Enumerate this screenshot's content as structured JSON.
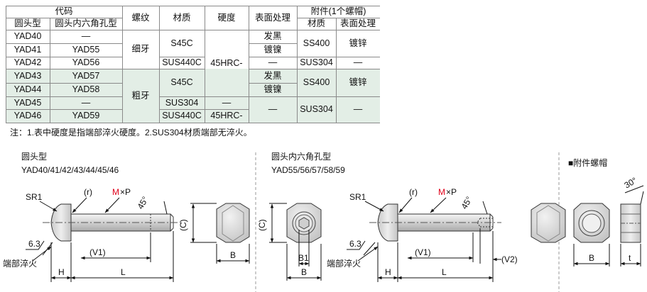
{
  "table": {
    "header": {
      "code": "代码",
      "round_head": "圆头型",
      "hex_socket": "圆头内六角孔型",
      "thread": "螺纹",
      "material": "材质",
      "hardness": "硬度",
      "surface": "表面处理",
      "accessory": "附件(1个螺帽)",
      "acc_material": "材质",
      "acc_surface": "表面处理"
    },
    "rows": [
      {
        "round": "YAD40",
        "hex": "—"
      },
      {
        "round": "YAD41",
        "hex": "YAD55"
      },
      {
        "round": "YAD42",
        "hex": "YAD56"
      },
      {
        "round": "YAD43",
        "hex": "YAD57"
      },
      {
        "round": "YAD44",
        "hex": "YAD58"
      },
      {
        "round": "YAD45",
        "hex": "—"
      },
      {
        "round": "YAD46",
        "hex": "YAD59"
      }
    ],
    "fine_thread": "细牙",
    "coarse_thread": "粗牙",
    "s45c": "S45C",
    "sus440c": "SUS440C",
    "sus304": "SUS304",
    "hardness_45": "45HRC-",
    "dash": "—",
    "black_oxide": "发黑",
    "nickel": "镀镍",
    "zinc": "镀锌",
    "ss400": "SS400"
  },
  "note": "注：1.表中硬度是指端部淬火硬度。2.SUS304材质端部无淬火。",
  "drawing1": {
    "title": "圆头型",
    "models": "YAD40/41/42/43/44/45/46"
  },
  "drawing2": {
    "title": "圆头内六角孔型",
    "models": "YAD55/56/57/58/59"
  },
  "drawing3": {
    "title": "■附件螺帽"
  },
  "dims": {
    "sr": "SR1",
    "r": "(r)",
    "m": "M",
    "xp": "×P",
    "angle45": "45°",
    "angle30": "30°",
    "c": "(C)",
    "b": "B",
    "b1": "B1",
    "v1": "(V1)",
    "v2": "(V2)",
    "h": "H",
    "l": "L",
    "t": "t",
    "rough": "6.3",
    "quench": "端部淬火"
  },
  "colors": {
    "shade": "#e3eee6",
    "grid": "#8a8a8a",
    "accent": "#e0001a"
  }
}
